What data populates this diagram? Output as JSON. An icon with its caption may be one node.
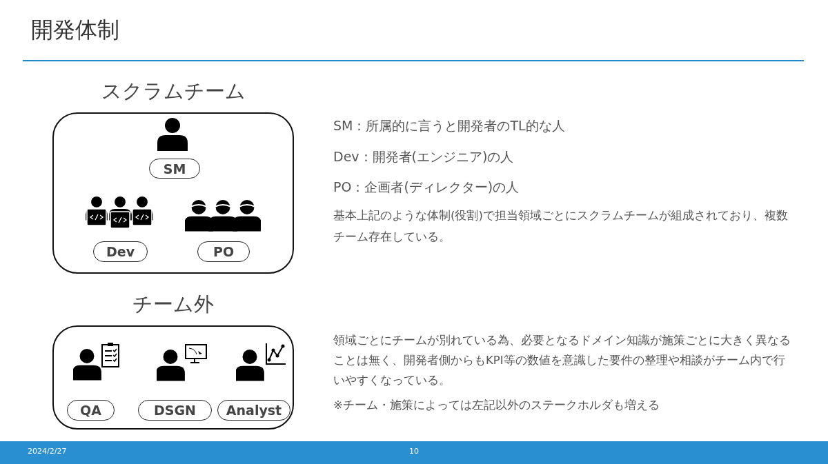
{
  "diagram": {
    "title": "開発体制",
    "nodes": [
      {
        "text": [
          "スクラムチーム"
        ]
      },
      {
        "text": [
          "SM"
        ],
        "in": 0
      },
      {
        "text": [
          "Dev"
        ],
        "in": 0
      },
      {
        "text": [
          "PO"
        ],
        "in": 0
      },
      {
        "text": [
          "チーム外"
        ]
      },
      {
        "text": [
          "QA"
        ],
        "in": 4
      },
      {
        "text": [
          "DSGN"
        ],
        "in": 4
      },
      {
        "text": [
          "Analyst"
        ],
        "in": 4
      }
    ],
    "edges": [],
    "labels": [
      "SM：所属的に言うと開発者のTL的な人",
      "Dev：開発者(エンジニア)の人",
      "PO：企画者(ディレクター)の人",
      "基本上記のような体制(役割)で担当領域ごとにスクラムチームが組成されており、複数チーム存在している。",
      "領域ごとにチームが別れている為、必要となるドメイン知識が施策ごとに大きく異なることは無く、開発者側からもKPI等の数値を意識した要件の整理や相談がチーム内で行いやすくなっている。",
      "※チーム・施策によっては左記以外のステークホルダも増える",
      "2024/2/27",
      "10"
    ]
  }
}
